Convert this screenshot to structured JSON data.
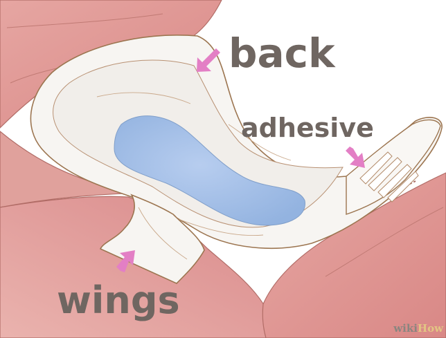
{
  "labels": {
    "back": "back",
    "adhesive": "adhesive",
    "wings": "wings"
  },
  "watermark": {
    "part1": "wiki",
    "part2": "How"
  },
  "colors": {
    "fabric": "#dd8e8d",
    "fabric_light": "#eeb9b2",
    "pad": "#f7f5f2",
    "absorbent_core": "#a3bfe6",
    "outline": "#9c7550",
    "arrow": "#e37fc5",
    "label_text": "#6f6661"
  }
}
